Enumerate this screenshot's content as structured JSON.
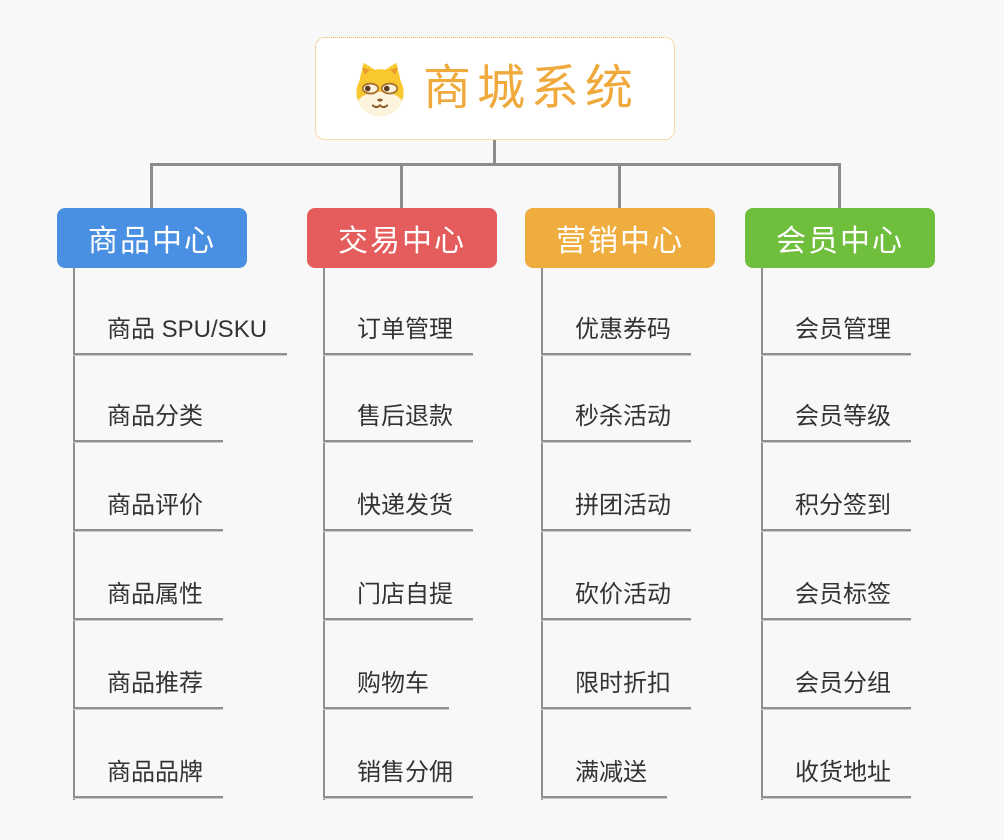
{
  "canvas": {
    "background": "#F8F8F8",
    "connector_color": "#8C8C8C"
  },
  "root": {
    "title": "商城系统",
    "icon": "shiba-dog-icon",
    "text_color": "#F0A93C",
    "border_color": "#F2B355",
    "background": "#FFFFFF"
  },
  "branches": [
    {
      "label": "商品中心",
      "color": "#4A90E2",
      "children": [
        "商品 SPU/SKU",
        "商品分类",
        "商品评价",
        "商品属性",
        "商品推荐",
        "商品品牌"
      ]
    },
    {
      "label": "交易中心",
      "color": "#E45C5C",
      "children": [
        "订单管理",
        "售后退款",
        "快递发货",
        "门店自提",
        "购物车",
        "销售分佣"
      ]
    },
    {
      "label": "营销中心",
      "color": "#EFAC3F",
      "children": [
        "优惠券码",
        "秒杀活动",
        "拼团活动",
        "砍价活动",
        "限时折扣",
        "满减送"
      ]
    },
    {
      "label": "会员中心",
      "color": "#6FBE3C",
      "children": [
        "会员管理",
        "会员等级",
        "积分签到",
        "会员标签",
        "会员分组",
        "收货地址"
      ]
    }
  ]
}
